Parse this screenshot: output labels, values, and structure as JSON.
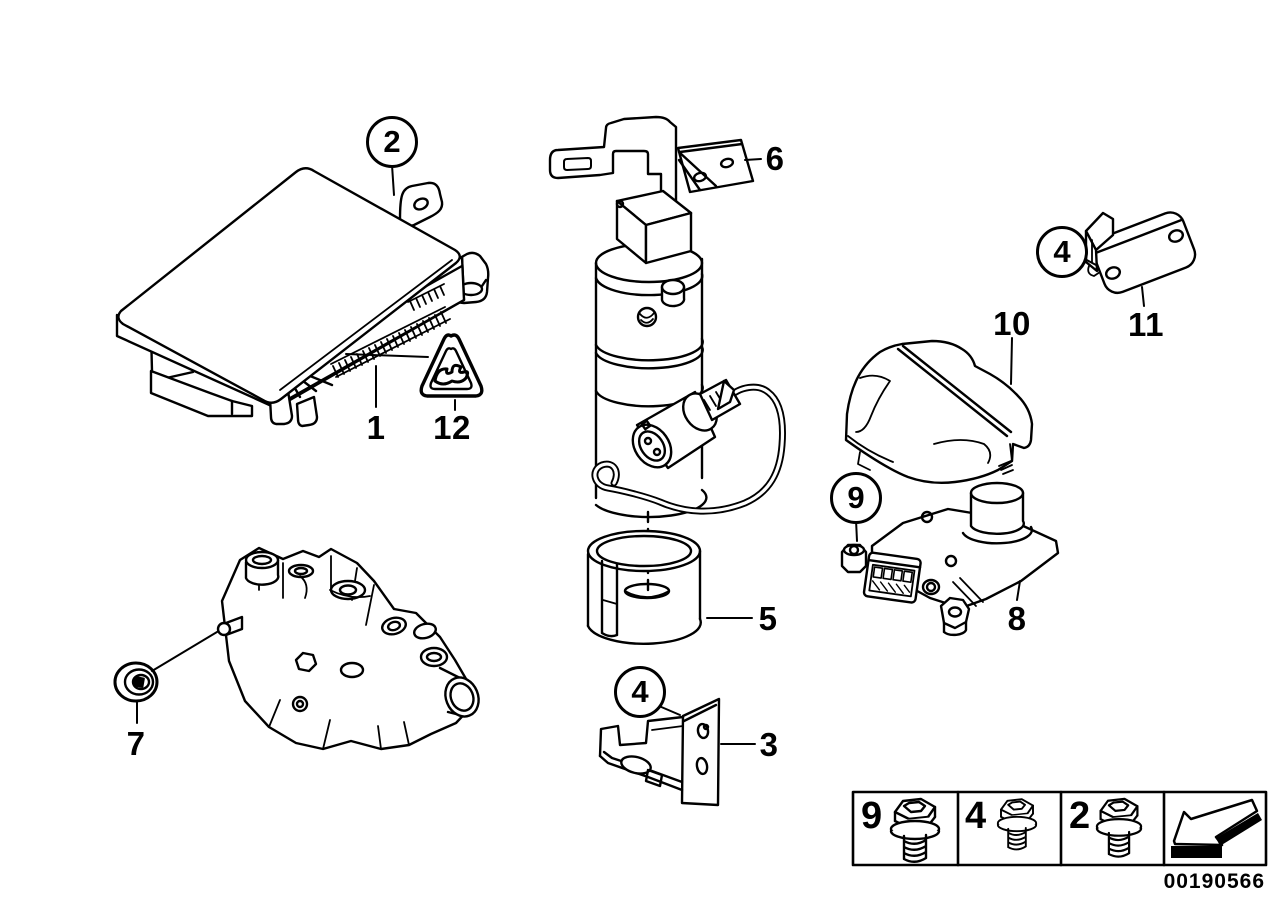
{
  "document_number": "00190566",
  "colors": {
    "line": "#000000",
    "background": "#ffffff"
  },
  "callouts": [
    {
      "label": "1",
      "circled": false
    },
    {
      "label": "2",
      "circled": true
    },
    {
      "label": "3",
      "circled": false
    },
    {
      "label": "4",
      "circled": true
    },
    {
      "label": "4",
      "circled": true
    },
    {
      "label": "5",
      "circled": false
    },
    {
      "label": "6",
      "circled": false
    },
    {
      "label": "7",
      "circled": false
    },
    {
      "label": "8",
      "circled": false
    },
    {
      "label": "9",
      "circled": true
    },
    {
      "label": "10",
      "circled": false
    },
    {
      "label": "11",
      "circled": false
    },
    {
      "label": "12",
      "circled": false
    }
  ],
  "fastener_table": {
    "cells": [
      {
        "label": "9",
        "icon": "flange-bolt-icon"
      },
      {
        "label": "4",
        "icon": "flange-bolt-icon"
      },
      {
        "label": "2",
        "icon": "flange-bolt-icon"
      },
      {
        "label": "",
        "icon": "page-turn-arrow-icon"
      }
    ]
  }
}
